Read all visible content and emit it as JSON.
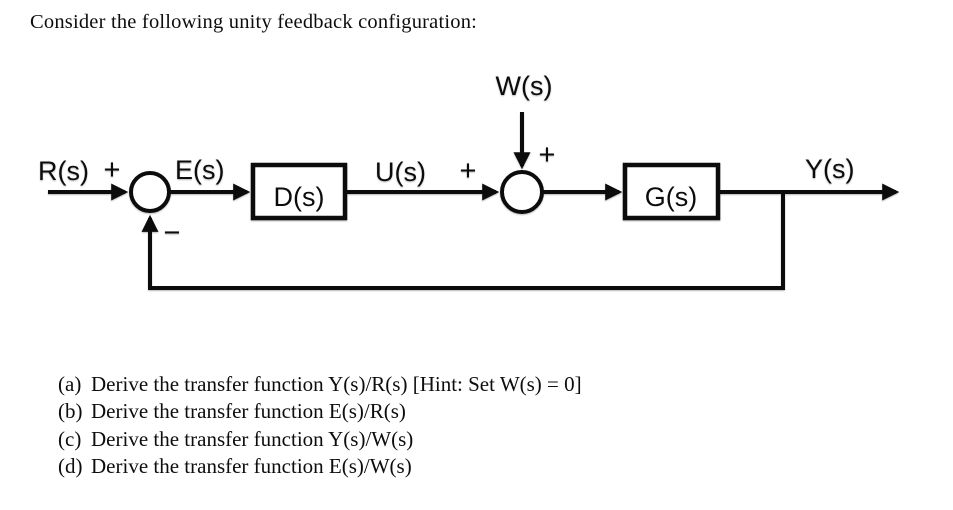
{
  "header": {
    "title": "Consider the following unity feedback configuration:"
  },
  "diagram": {
    "signals": {
      "input": "R(s)",
      "error": "E(s)",
      "control": "U(s)",
      "disturbance": "W(s)",
      "output": "Y(s)"
    },
    "blocks": {
      "controller": "D(s)",
      "plant": "G(s)"
    },
    "signs": {
      "input_plus": "+",
      "control_plus": "+",
      "disturbance_plus": "+",
      "feedback_minus": "−"
    },
    "line_color": "#0c0c0c"
  },
  "questions": {
    "items": [
      {
        "label": "(a)",
        "text": "Derive the transfer function Y(s)/R(s) [Hint: Set W(s) = 0]"
      },
      {
        "label": "(b)",
        "text": "Derive the transfer function E(s)/R(s)"
      },
      {
        "label": "(c)",
        "text": "Derive the transfer function Y(s)/W(s)"
      },
      {
        "label": "(d)",
        "text": "Derive the transfer function E(s)/W(s)"
      }
    ]
  }
}
